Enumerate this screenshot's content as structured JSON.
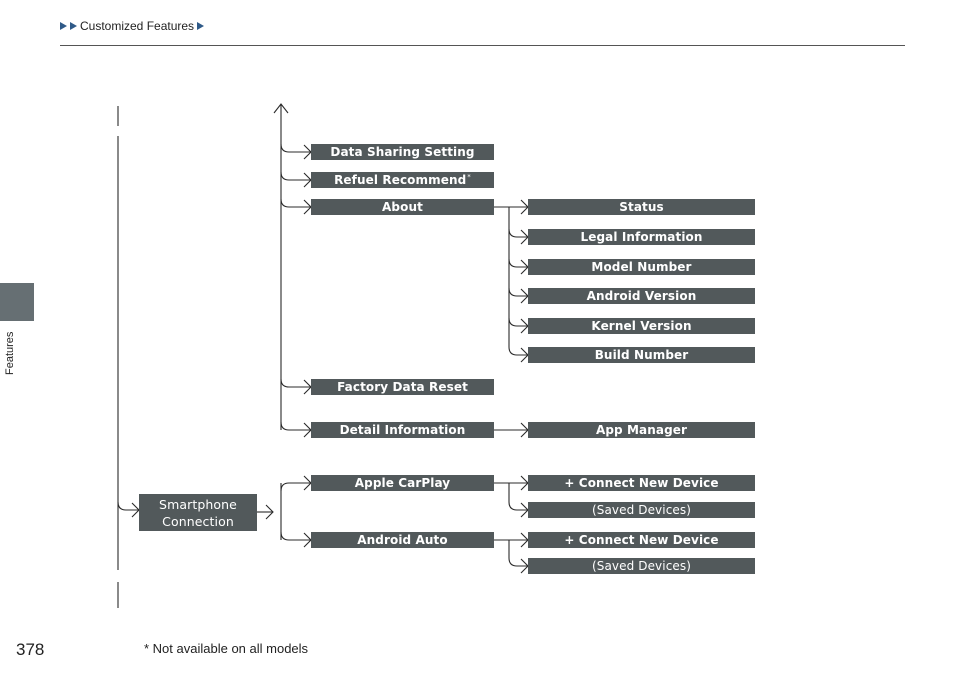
{
  "header": {
    "breadcrumb": "Customized Features"
  },
  "side_tab": {
    "label": "Features"
  },
  "tree": {
    "level2": {
      "data_sharing": "Data Sharing Setting",
      "refuel": "Refuel Recommend",
      "refuel_mark": "*",
      "about": "About",
      "factory_reset": "Factory Data Reset",
      "detail_info": "Detail Information",
      "smartphone_line1": "Smartphone",
      "smartphone_line2": "Connection",
      "apple_carplay": "Apple CarPlay",
      "android_auto": "Android Auto"
    },
    "about_children": [
      "Status",
      "Legal Information",
      "Model Number",
      "Android Version",
      "Kernel Version",
      "Build Number"
    ],
    "detail_children": [
      "App Manager"
    ],
    "carplay_children": [
      "+ Connect New Device",
      "(Saved Devices)"
    ],
    "android_auto_children": [
      "+ Connect New Device",
      "(Saved Devices)"
    ]
  },
  "footer": {
    "page_number": "378",
    "footnote": "* Not available on all models"
  },
  "colors": {
    "box_fill": "#52595b",
    "box_text": "#ffffff",
    "line": "#2b2b2b",
    "breadcrumb_arrow": "#2f5a88",
    "side_tab": "#666f73"
  }
}
